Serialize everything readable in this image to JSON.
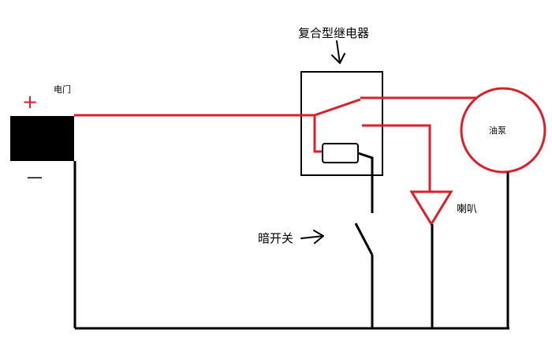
{
  "labels": {
    "relay": "复合型继电器",
    "switch_power": "电门",
    "plus": "+",
    "minus": "—",
    "fuel_pump": "油泵",
    "horn": "喇叭",
    "hidden_switch": "暗开关"
  },
  "colors": {
    "wire_red": "#d9202a",
    "wire_black": "#000000",
    "battery": "#000000",
    "background": "#ffffff"
  }
}
